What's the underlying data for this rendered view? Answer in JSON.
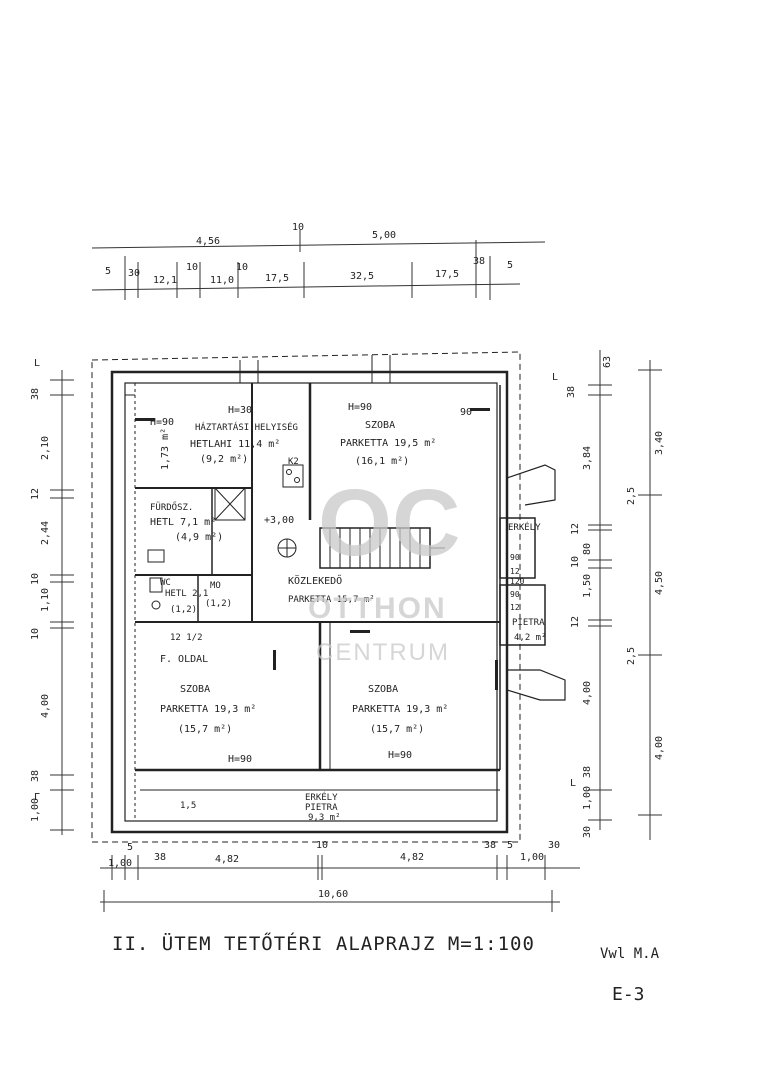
{
  "top_dims_row1": [
    "5",
    "30",
    "12,1",
    "10",
    "11,0",
    "10",
    "17,5",
    "32,5",
    "17,5",
    "38",
    "5"
  ],
  "top_dims_row0": [
    "4,56",
    "10",
    "5,00"
  ],
  "left_dims": [
    "L",
    "38",
    "2,10",
    "12",
    "2,44",
    "10",
    "1,10",
    "10",
    "4,00",
    "38",
    "Г",
    "1,00"
  ],
  "right_dims_inner": [
    "L",
    "38",
    "3,84",
    "2,5",
    "12",
    "80",
    "10",
    "1,50",
    "12",
    "2,5",
    "4,00",
    "L",
    "38",
    "1,00",
    "30"
  ],
  "right_dims_outer": [
    "63",
    "3,40",
    "4,50",
    "4,00"
  ],
  "bottom_dims_row1": [
    "5",
    "1,00",
    "38",
    "4,82",
    "10",
    "4,82",
    "38",
    "5",
    "1,00",
    "30"
  ],
  "bottom_total": "10,60",
  "rooms": {
    "r1": [
      "H=90",
      "1,73 m²"
    ],
    "r2": [
      "HÁZTARTÁSI HELYISÉG",
      "H=30",
      "HETLAHI 11,4 m²",
      "(9,2 m²)",
      "K2"
    ],
    "r3": [
      "SZOBA",
      "H=90",
      "PARKETTA 19,5 m²",
      "(16,1 m²)",
      "90"
    ],
    "r4": [
      "FÜRDŐSZ.",
      "HETL 7,1 m²",
      "(4,9 m²)"
    ],
    "r5": [
      "WC",
      "HETL 2,1",
      "(1,2)",
      "MO",
      "(1,2)"
    ],
    "r6": [
      "+3,00"
    ],
    "r7": [
      "KÖZLEKEDŐ",
      "PARKETTA 15,7 m²"
    ],
    "r8": [
      "ERKÉLY",
      "90",
      "12",
      "90",
      "12",
      "120"
    ],
    "r9": [
      "PIETRA",
      "4,2 m²"
    ],
    "r10": [
      "F. OLDAL",
      "SZOBA",
      "PARKETTA 19,3 m²",
      "(15,7 m²)",
      "H=90",
      "12 1/2"
    ],
    "r11": [
      "SZOBA",
      "PARKETTA 19,3 m²",
      "(15,7 m²)",
      "H=90"
    ],
    "r12": [
      "ERKÉLY",
      "PIETRA",
      "9,3 m²",
      "1,5"
    ]
  },
  "watermark": {
    "logo": "OC",
    "line1": "OTTHON",
    "line2": "CENTRUM"
  },
  "title": "II. ÜTEM TETŐTÉRI ALAPRAJZ  M=1:100",
  "signature": "Vwl M.A",
  "sheet_id": "E-3"
}
